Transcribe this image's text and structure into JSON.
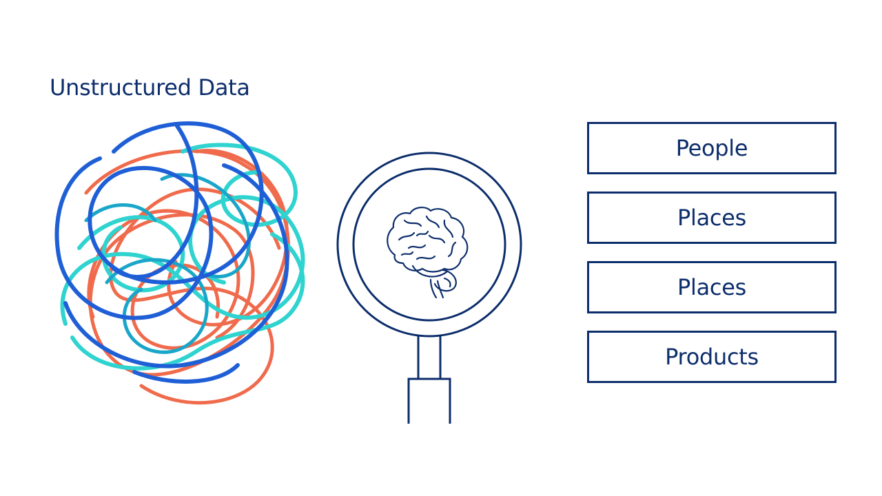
{
  "title": "Unstructured Data",
  "categories": [
    "People",
    "Places",
    "Places",
    "Products"
  ],
  "colors": {
    "ink": "#0c2d6b",
    "blue": "#1f5fd6",
    "teal": "#2fd3cf",
    "aqua": "#1aa6c9",
    "coral": "#f06a4c"
  },
  "icons": {
    "tangle": "tangled-lines-icon",
    "magnifier": "magnifying-glass-icon",
    "brain": "brain-icon"
  }
}
